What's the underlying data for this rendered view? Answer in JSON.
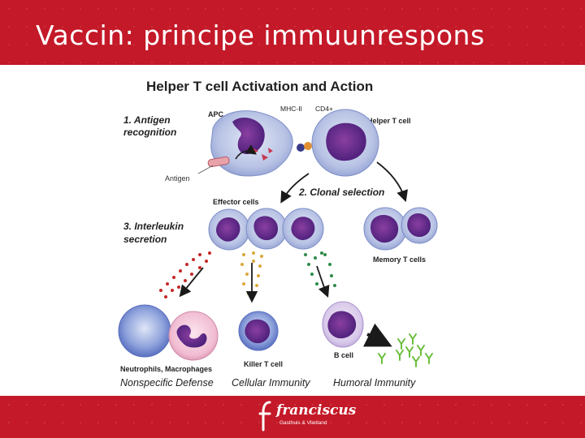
{
  "slide": {
    "title": "Vaccin: principe immuunrespons",
    "accent_color": "#c41928"
  },
  "diagram": {
    "heading": "Helper T cell Activation and Action",
    "step1": {
      "line1": "1. Antigen",
      "line2": "recognition"
    },
    "step2": "2. Clonal selection",
    "step3": {
      "line1": "3. Interleukin",
      "line2": "secretion"
    },
    "labels": {
      "apc": "APC",
      "mhc": "MHC-II",
      "cd4": "CD4+",
      "helper": "Helper T cell",
      "antigen": "Antigen",
      "effector": "Effector cells",
      "memory": "Memory T cells",
      "neutrophils": "Neutrophils, Macrophages",
      "killer": "Killer T cell",
      "bcell": "B cell"
    },
    "defense": {
      "nonspecific": "Nonspecific Defense",
      "cellular": "Cellular Immunity",
      "humoral": "Humoral Immunity"
    }
  },
  "footer": {
    "logo_name": "franciscus",
    "logo_sub": "Gasthuis & Vlietland"
  }
}
